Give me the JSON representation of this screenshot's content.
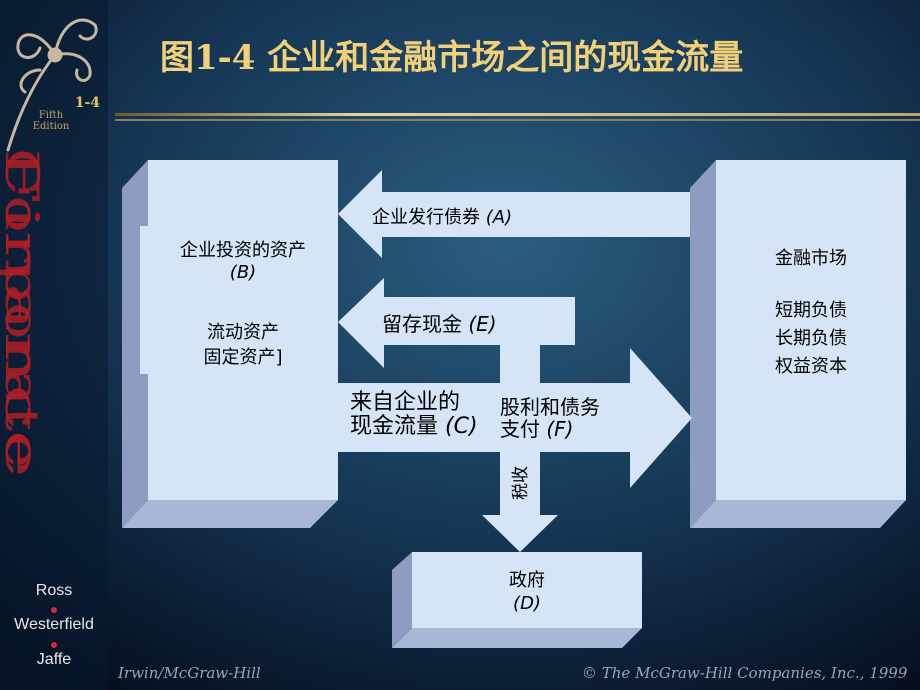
{
  "slide": {
    "title": "图1-4  企业和金融市场之间的现金流量",
    "number": "1-4",
    "edition": "Fifth Edition",
    "brand": [
      "Corporate",
      "Finance"
    ],
    "authors": [
      "Ross",
      "Westerfield",
      "Jaffe"
    ],
    "footer_left": "Irwin/McGraw-Hill",
    "footer_right": "© The McGraw-Hill Companies, Inc., 1999"
  },
  "diagram": {
    "firm_box": {
      "title": "企业投资的资产",
      "code": "(B)",
      "line1": "流动资产",
      "line2": "固定资产]"
    },
    "market_box": {
      "title": "金融市场",
      "item1": "短期负债",
      "item2": "长期负债",
      "item3": "权益资本"
    },
    "government_box": {
      "title": "政府",
      "code": "(D)"
    },
    "flows": {
      "bonds": {
        "text": "企业发行债券",
        "code": "(A)"
      },
      "retained": {
        "text": "留存现金",
        "code": "(E)"
      },
      "cash_flow": {
        "line1": "来自企业的",
        "line2": "现金流量",
        "code": "(C)"
      },
      "dividends": {
        "line1": "股利和债务",
        "line2": "支付",
        "code": "(F)"
      },
      "taxes": {
        "text": "税收"
      }
    }
  },
  "colors": {
    "box_face": "#d6e4f7",
    "box_side": "#8d9cc0",
    "title": "#f2d07a",
    "brand": "#b01e24"
  }
}
